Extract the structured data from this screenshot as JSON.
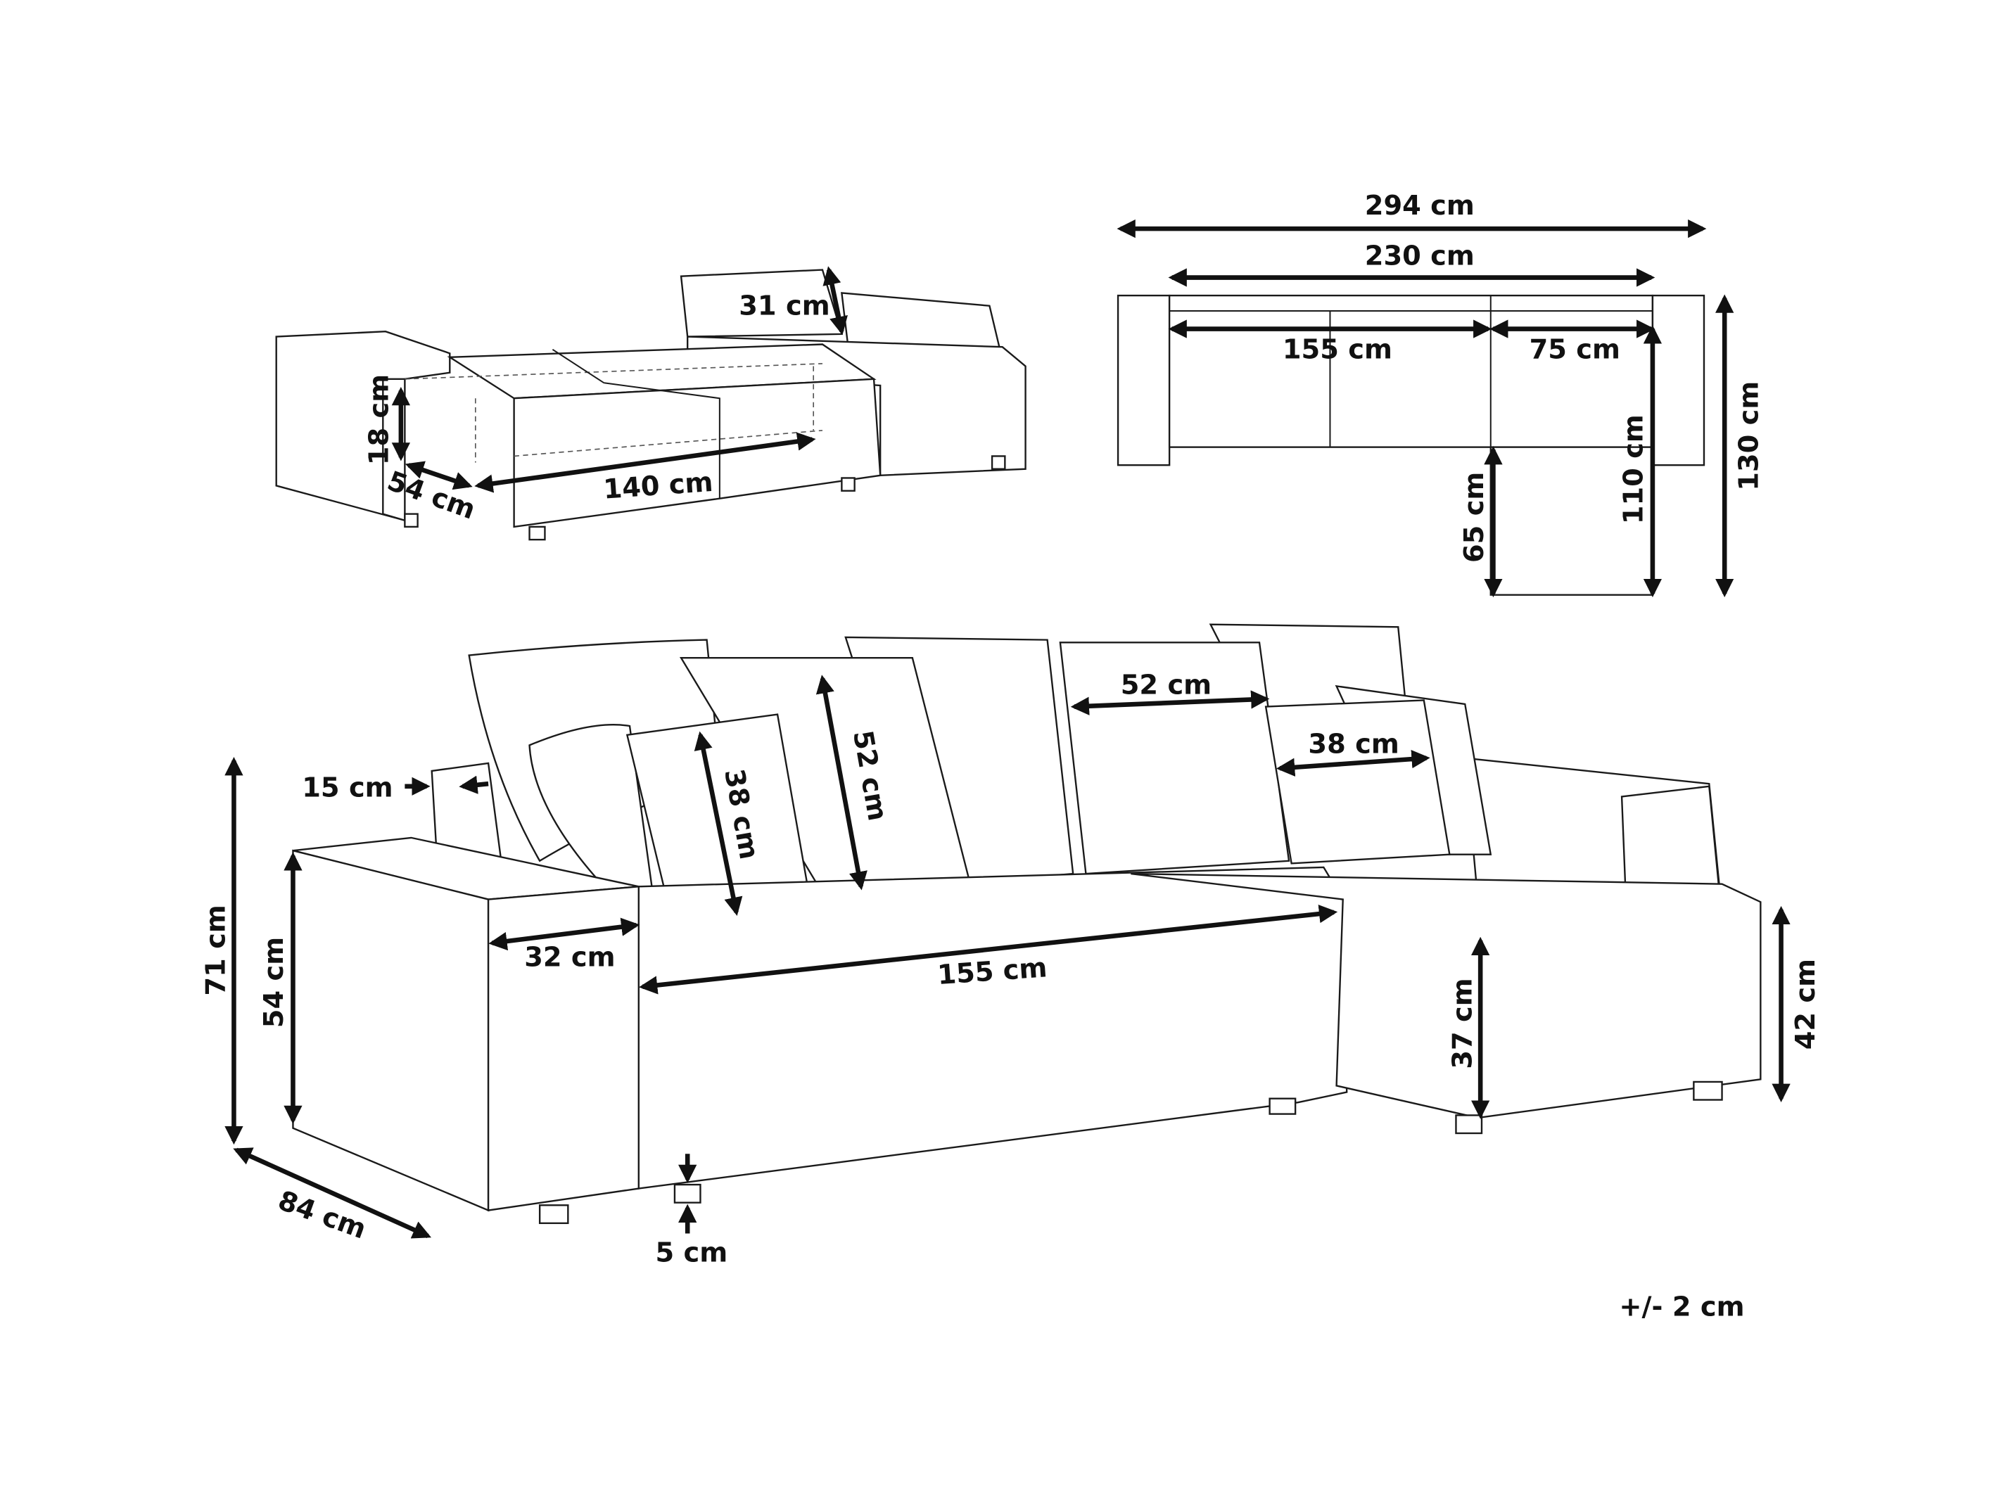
{
  "fold_out_view": {
    "backrest_height": "31 cm",
    "mattress_thickness": "18 cm",
    "mattress_depth": "54 cm",
    "mattress_width": "140 cm"
  },
  "top_view": {
    "total_width": "294 cm",
    "seat_width": "230 cm",
    "sofa_section": "155 cm",
    "chaise_section": "75 cm",
    "total_depth": "130 cm",
    "chaise_depth": "110 cm",
    "chaise_extension": "65 cm"
  },
  "front_view": {
    "armrest_width": "15 cm",
    "total_height": "71 cm",
    "armrest_height": "54 cm",
    "depth": "84 cm",
    "arm_width": "32 cm",
    "seat_width": "155 cm",
    "large_cushion_width": "52 cm",
    "large_cushion_height": "52 cm",
    "small_cushion_width": "38 cm",
    "small_cushion_height": "38 cm",
    "seat_height": "37 cm",
    "chaise_height": "42 cm",
    "leg_height": "5 cm"
  },
  "tolerance": "+/- 2 cm"
}
